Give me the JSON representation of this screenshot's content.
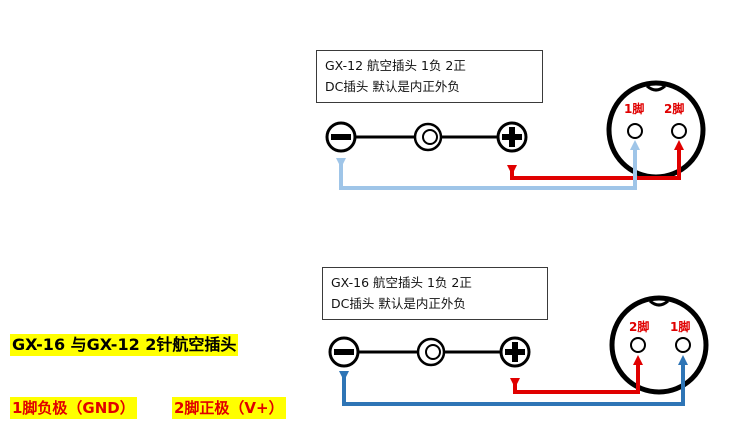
{
  "diagram_top": {
    "box_line1": "GX-12 航空插头 1负   2正",
    "box_line2": "DC插头 默认是内正外负",
    "pin_left": "1脚",
    "pin_right": "2脚"
  },
  "diagram_bottom": {
    "box_line1": "GX-16 航空插头 1负   2正",
    "box_line2": "DC插头 默认是内正外负",
    "pin_left": "2脚",
    "pin_right": "1脚"
  },
  "legend": {
    "title": "GX-16 与GX-12 2针航空插头",
    "gnd": "1脚负极（GND）",
    "vplus": "2脚正极（V+）"
  },
  "colors": {
    "positive_wire": "#e00000",
    "negative_wire_top": "#9fc5e8",
    "negative_wire_bottom": "#2e75b6",
    "highlight": "#ffff00"
  }
}
